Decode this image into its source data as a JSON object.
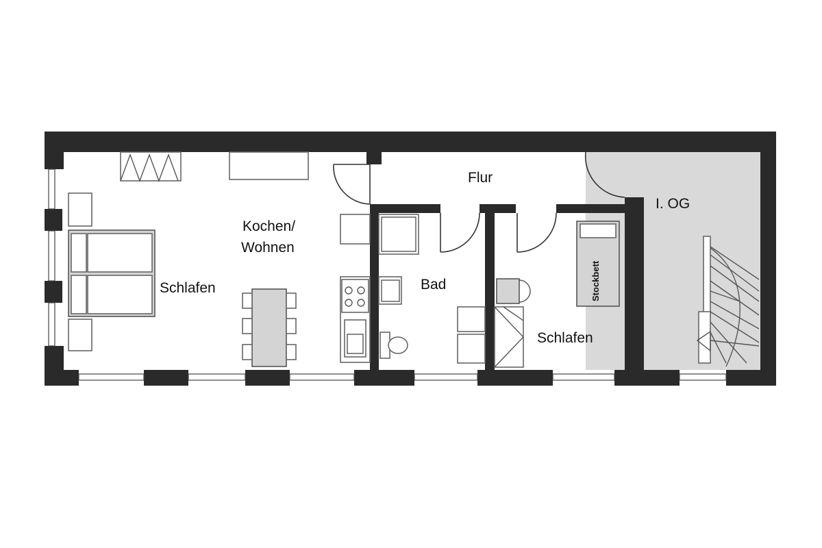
{
  "plan": {
    "rooms": [
      {
        "id": "schlafen-left",
        "label": "Schlafen"
      },
      {
        "id": "kochen-wohnen",
        "label_line1": "Kochen/",
        "label_line2": "Wohnen"
      },
      {
        "id": "flur",
        "label": "Flur"
      },
      {
        "id": "bad",
        "label": "Bad"
      },
      {
        "id": "schlafen-right",
        "label": "Schlafen"
      },
      {
        "id": "stair",
        "label": "I. OG"
      }
    ],
    "furniture": {
      "bunk_bed_label": "Stockbett"
    },
    "colors": {
      "wall": "#2a2a2a",
      "stair_floor": "#d9d9d9",
      "furniture_fill": "#d4d4d4",
      "background": "#ffffff"
    }
  }
}
